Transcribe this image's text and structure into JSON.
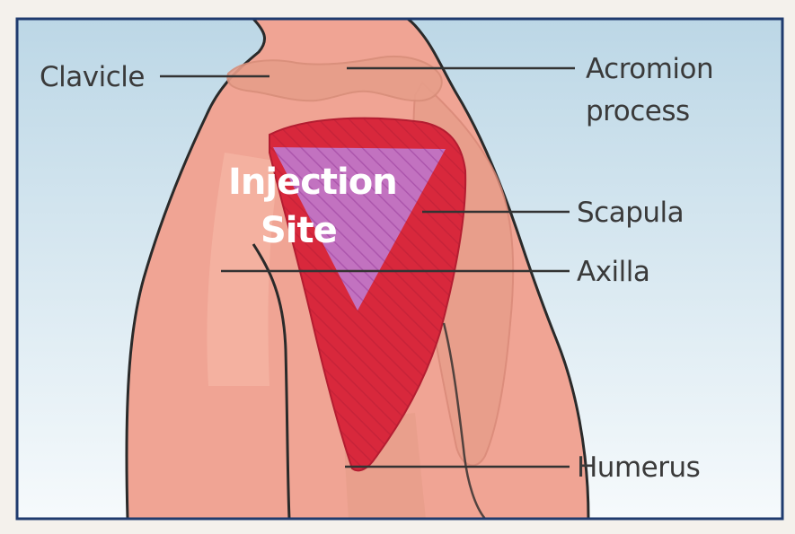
{
  "diagram": {
    "injection_site_label": [
      "Injection",
      "Site"
    ],
    "labels": {
      "clavicle": "Clavicle",
      "acromion": [
        "Acromion",
        "process"
      ],
      "scapula": "Scapula",
      "axilla": "Axilla",
      "humerus": "Humerus"
    },
    "colors": {
      "frame": "#1f3b6e",
      "sky_top": "#bcd7e6",
      "sky_bottom": "#f6fafc",
      "skin": "#f0a494",
      "skin_light": "#f6baa9",
      "bone": "#e79e8a",
      "muscle": "#d8283c",
      "injection_zone": "#c272c0"
    }
  }
}
